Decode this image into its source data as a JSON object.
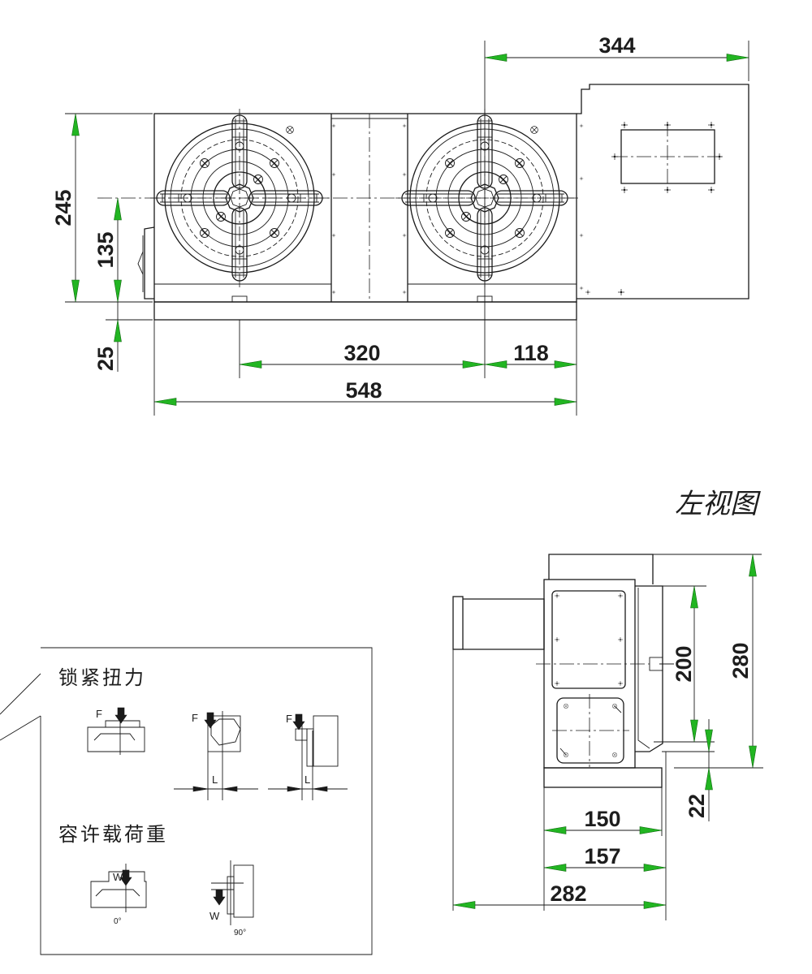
{
  "front_view": {
    "dim_top": "344",
    "dim_height": "245",
    "dim_center_height": "135",
    "dim_base": "25",
    "dim_pitch": "320",
    "dim_offset": "118",
    "dim_length": "548"
  },
  "side_view": {
    "title": "左视图",
    "dim_200": "200",
    "dim_280": "280",
    "dim_22": "22",
    "dim_150": "150",
    "dim_157": "157",
    "dim_282": "282"
  },
  "legend": {
    "clamp_torque_title": "锁紧扭力",
    "allowable_load_title": "容许载荷重",
    "force_label": "F",
    "length_label": "L",
    "weight_label": "W",
    "angle_0": "0°",
    "angle_90": "90°"
  },
  "colors": {
    "arrow_fill": "#22b522",
    "line": "#1a1a1a"
  }
}
